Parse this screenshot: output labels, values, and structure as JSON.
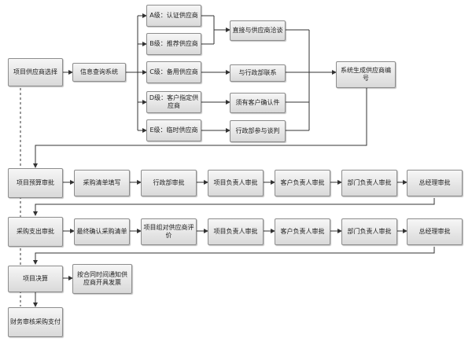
{
  "diagram": {
    "nodes": {
      "project_supplier_select": "项目供应商选择",
      "info_query_system": "信息查询系统",
      "grade_a": "A级：认证供应商",
      "grade_b": "B级：推荐供应商",
      "grade_c": "C级：备用供应商",
      "grade_d": "D级：客户指定供应商",
      "grade_e": "E级：临时供应商",
      "direct_negotiate": "直接与供应商洽谈",
      "contact_admin": "与行政部联系",
      "customer_confirm": "须有客户确认件",
      "admin_participate": "行政部参与谈判",
      "system_supplier_number": "系统生成供应商编号",
      "budget_approval": "项目预算审批",
      "purchase_list_fill": "采购清单填写",
      "admin_approval_1": "行政部审批",
      "pm_approval_1": "项目负责人审批",
      "customer_pic_approval_1": "客户负责人审批",
      "dept_head_approval_1": "部门负责人审批",
      "gm_approval_1": "总经理审批",
      "expense_approval": "采购支出审批",
      "final_confirm_list": "最终确认采购清单",
      "supplier_evaluation": "项目组对供应商评价",
      "pm_approval_2": "项目负责人审批",
      "customer_pic_approval_2": "客户负责人审批",
      "dept_head_approval_2": "部门负责人审批",
      "gm_approval_2": "总经理审批",
      "project_settlement": "项目决算",
      "notify_invoice": "按合同时间通知供应商开具发票",
      "finance_review_pay": "财务审核采购支付"
    }
  }
}
